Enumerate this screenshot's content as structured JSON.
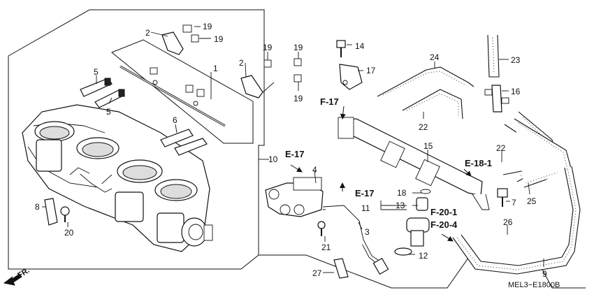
{
  "diagram": {
    "drawing_code": "MEL3−E1800B",
    "direction_label": "FR.",
    "parts": {
      "p1": "1",
      "p2a": "2",
      "p2b": "2",
      "p3": "3",
      "p4": "4",
      "p5a": "5",
      "p5b": "5",
      "p6": "6",
      "p7": "7",
      "p8": "8",
      "p9": "9",
      "p10": "10",
      "p11": "11",
      "p12": "12",
      "p13": "13",
      "p14": "14",
      "p15": "15",
      "p16": "16",
      "p17": "17",
      "p18": "18",
      "p19a": "19",
      "p19b": "19",
      "p19c": "19",
      "p19d": "19",
      "p19e": "19",
      "p20": "20",
      "p21": "21",
      "p22a": "22",
      "p22b": "22",
      "p23": "23",
      "p24": "24",
      "p25": "25",
      "p26": "26",
      "p27": "27"
    },
    "refs": {
      "f17": "F-17",
      "e17a": "E-17",
      "e17b": "E-17",
      "e181": "E-18-1",
      "f201": "F-20-1",
      "f204": "F-20-4"
    }
  }
}
